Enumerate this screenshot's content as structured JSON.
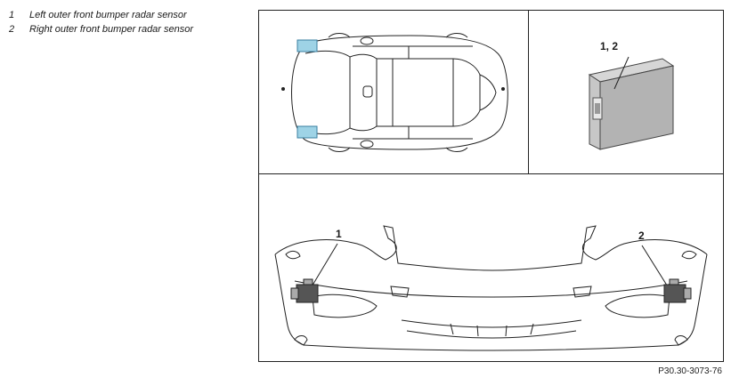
{
  "legend": {
    "items": [
      {
        "num": "1",
        "label": "Left outer front bumper radar sensor"
      },
      {
        "num": "2",
        "label": "Right outer front bumper radar sensor"
      }
    ]
  },
  "callouts": {
    "module": "1, 2",
    "left_sensor": "1",
    "right_sensor": "2"
  },
  "figure_code": "P30.30-3073-76",
  "colors": {
    "highlight": "#9ed3e6",
    "module_gray": "#bdbdbd",
    "line": "#222222"
  }
}
